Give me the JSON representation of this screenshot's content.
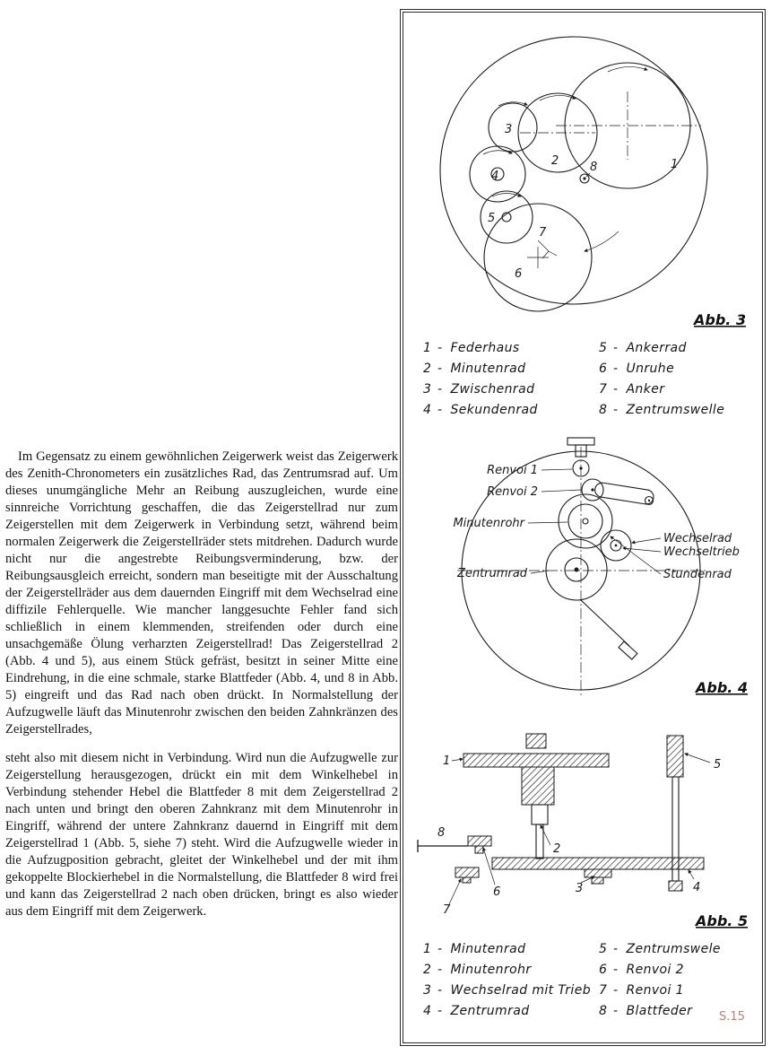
{
  "page": {
    "number_label": "S.15",
    "colors": {
      "page_number_red": "#b5827d",
      "ink": "#1a1a1a",
      "paper": "#ffffff"
    }
  },
  "article": {
    "paragraph1": "Im Gegensatz zu einem gewöhnlichen Zeigerwerk weist das Zeigerwerk des Zenith-Chronometers ein zusätzliches Rad, das Zentrumsrad auf. Um dieses unumgängliche Mehr an Reibung auszugleichen, wurde eine sinnreiche Vorrichtung geschaffen, die das Zeigerstellrad nur zum Zeigerstellen mit dem Zeigerwerk in Verbindung setzt, während beim normalen Zeigerwerk die Zeigerstellräder stets mitdrehen. Dadurch wurde nicht nur die angestrebte Reibungsverminderung, bzw. der Reibungsausgleich erreicht, sondern man beseitigte mit der Ausschaltung der Zeigerstellräder aus dem dauernden Eingriff mit dem Wechselrad eine diffizile Fehlerquelle. Wie mancher langgesuchte Fehler fand sich schließlich in einem klemmenden, streifenden oder durch eine unsachgemäße Ölung verharzten Zeigerstellrad! Das Zeigerstellrad 2 (Abb. 4 und 5), aus einem Stück gefräst, besitzt in seiner Mitte eine Eindrehung, in die eine schmale, starke Blattfeder (Abb. 4, und 8 in Abb. 5) eingreift und das Rad nach oben drückt. In Normalstellung der Aufzugwelle läuft das Minutenrohr zwischen den beiden Zahnkränzen des Zeigerstellrades,",
    "paragraph2": "steht also mit diesem nicht in Verbindung. Wird nun die Aufzugwelle zur Zeigerstellung herausgezogen, drückt ein mit dem Winkelhebel in Verbindung stehender Hebel die Blattfeder 8 mit dem Zeigerstellrad 2 nach unten und bringt den oberen Zahnkranz mit dem Minutenrohr in Eingriff, während der untere Zahnkranz dauernd in Eingriff mit dem Zeigerstellrad 1 (Abb. 5, siehe 7) steht. Wird die Aufzugwelle wieder in die Aufzugposition gebracht, gleitet der Winkelhebel und der mit ihm gekoppelte Blockierhebel in die Normalstellung, die Blattfeder 8 wird frei und kann das Zeigerstellrad 2 nach oben drücken, bringt es also wieder aus dem Eingriff mit dem Zeigerwerk."
  },
  "figure_panel": {
    "legend_separator": "-",
    "abb3": {
      "caption": "Abb. 3",
      "parts": [
        "1",
        "2",
        "3",
        "4",
        "5",
        "6",
        "7",
        "8"
      ],
      "legend": [
        {
          "n": "1",
          "t": "Federhaus"
        },
        {
          "n": "2",
          "t": "Minutenrad"
        },
        {
          "n": "3",
          "t": "Zwischenrad"
        },
        {
          "n": "4",
          "t": "Sekundenrad"
        },
        {
          "n": "5",
          "t": "Ankerrad"
        },
        {
          "n": "6",
          "t": "Unruhe"
        },
        {
          "n": "7",
          "t": "Anker"
        },
        {
          "n": "8",
          "t": "Zentrumswelle"
        }
      ]
    },
    "abb4": {
      "caption": "Abb. 4",
      "labels": {
        "renvoi1": "Renvoi 1",
        "renvoi2": "Renvoi 2",
        "minutenrohr": "Minutenrohr",
        "zentrumrad": "Zentrumrad",
        "wechselrad": "Wechselrad",
        "wechseltrieb": "Wechseltrieb",
        "stundenrad": "Stundenrad"
      }
    },
    "abb5": {
      "caption": "Abb. 5",
      "parts": [
        "1",
        "2",
        "3",
        "4",
        "5",
        "6",
        "7",
        "8"
      ],
      "legend": [
        {
          "n": "1",
          "t": "Minutenrad"
        },
        {
          "n": "2",
          "t": "Minutenrohr"
        },
        {
          "n": "3",
          "t": "Wechselrad mit Trieb"
        },
        {
          "n": "4",
          "t": "Zentrumrad"
        },
        {
          "n": "5",
          "t": "Zentrumswele"
        },
        {
          "n": "6",
          "t": "Renvoi 2"
        },
        {
          "n": "7",
          "t": "Renvoi 1"
        },
        {
          "n": "8",
          "t": "Blattfeder"
        }
      ]
    }
  }
}
